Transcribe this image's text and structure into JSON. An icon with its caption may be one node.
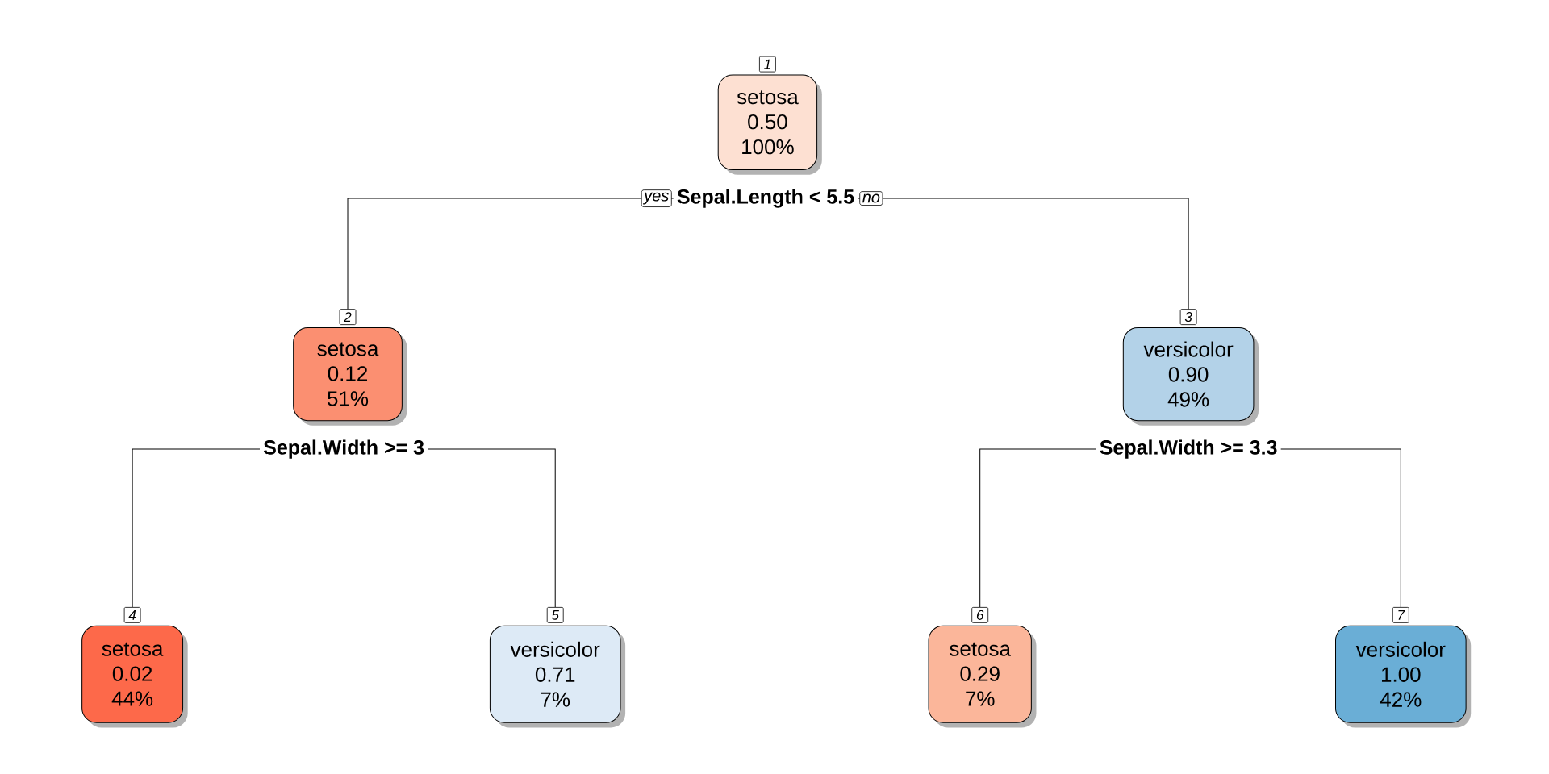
{
  "diagram": {
    "nodes": [
      {
        "text": [
          "setosa",
          "0.50",
          "100%"
        ],
        "beside": [
          "1"
        ]
      },
      {
        "text": [
          "Sepal.Length < 5.5"
        ]
      },
      {
        "text": [
          "setosa",
          "0.12",
          "51%"
        ],
        "beside": [
          "2"
        ]
      },
      {
        "text": [
          "versicolor",
          "0.90",
          "49%"
        ],
        "beside": [
          "3"
        ]
      },
      {
        "text": [
          "Sepal.Width >= 3"
        ]
      },
      {
        "text": [
          "Sepal.Width >= 3.3"
        ]
      },
      {
        "text": [
          "setosa",
          "0.02",
          "44%"
        ],
        "beside": [
          "4"
        ]
      },
      {
        "text": [
          "versicolor",
          "0.71",
          "7%"
        ],
        "beside": [
          "5"
        ]
      },
      {
        "text": [
          "setosa",
          "0.29",
          "7%"
        ],
        "beside": [
          "6"
        ]
      },
      {
        "text": [
          "versicolor",
          "1.00",
          "42%"
        ],
        "beside": [
          "7"
        ]
      }
    ],
    "edges": [
      {
        "from": 1,
        "to": 2,
        "arrow": "none",
        "label": "yes"
      },
      {
        "from": 1,
        "to": 3,
        "arrow": "none",
        "label": "no"
      },
      {
        "from": 4,
        "to": 6,
        "arrow": "none"
      },
      {
        "from": 4,
        "to": 7,
        "arrow": "none"
      },
      {
        "from": 5,
        "to": 8,
        "arrow": "none"
      },
      {
        "from": 5,
        "to": 9,
        "arrow": "none"
      }
    ]
  }
}
